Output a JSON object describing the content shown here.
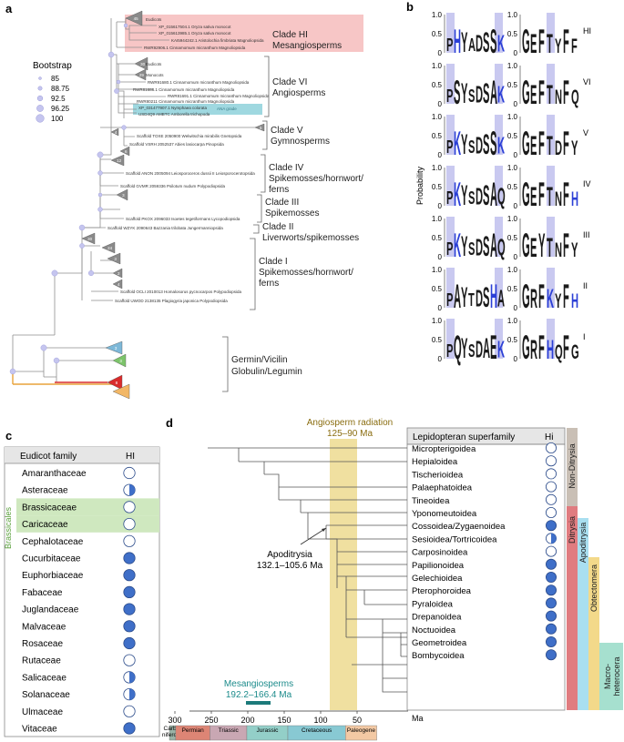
{
  "panel_a": {
    "letter": "a",
    "legend_title": "Bootstrap",
    "legend": [
      "85",
      "88.75",
      "92.5",
      "96.25",
      "100"
    ],
    "top_taxa": [
      "Eudicots",
      "XP_015617504.1 Oryza sativa monocot",
      "XP_015613985.1 Oryza sativa monocot",
      "KAI5944242.1 Aristolochia fimbriata Magnoliopsida",
      "RWR92906.1 Cinnamomum micranthum Magnoliopsida"
    ],
    "mid_taxa": [
      "Eudicots",
      "Monocots",
      "RWR91680.1 Cinnamomum micranthum Magnoliopsida",
      "RWR81688.1 Cinnamomum micranthum Magnoliopsida",
      "RWR81691.1 Cinnamomum micranthum Magnoliopsida",
      "RWR80211 Cinnamomum micranthum Magnoliopsida",
      "XP_031477907.1 Nymphaea colorata",
      "USD4Q9 AMBTC Amborella trichopoda",
      "ANA grade"
    ],
    "taxa_lower": [
      "Scaffold TOXE 2050900 Welwitschia mirabilis Gnetopsida",
      "Scaffold VSRH 2052537 Abies lasiocarpa Pinopsida",
      "Scaffold ANON 2005094 Leiosporoceros dussii II Leiosporocerotopsida",
      "Scaffold GVMR 2059336 Psilotum nudum Polypodiopsida",
      "Scaffold PKOX 2096033 Isoetes tegetiformans Lycopodiopsida",
      "Scaffold WZYK 2090643 Bazzania trilobata Jungermanniopsida",
      "Scaffold OCLI 2010013 Homalosorus pycnocarpos Polypodiopsida",
      "Scaffold UWOD 2138135 Plagiogyria japonica Polypodiopsida"
    ],
    "collapsed_counts": [
      "45",
      "30",
      "29",
      "5",
      "4",
      "6",
      "12",
      "3",
      "30",
      "24",
      "3",
      "2",
      "4",
      "3",
      "3",
      "8"
    ],
    "clades": [
      {
        "name": "Clade HI",
        "sub": "Mesangiosperms"
      },
      {
        "name": "Clade VI",
        "sub": "Angiosperms"
      },
      {
        "name": "Clade V",
        "sub": "Gymnosperms"
      },
      {
        "name": "Clade IV",
        "sub": "Spikemosses/hornwort/ferns"
      },
      {
        "name": "Clade III",
        "sub": "Spikemosses"
      },
      {
        "name": "Clade II",
        "sub": "Liverworts/spikemosses"
      },
      {
        "name": "Clade I",
        "sub": "Spikemosses/hornwort/ferns"
      }
    ],
    "bottom_label": [
      "Germin/Vicilin",
      "Globulin/Legumin"
    ]
  },
  "panel_b": {
    "letter": "b",
    "ylabel": "Probability",
    "tick_top": "1.0",
    "tick_mid": "0.5",
    "tick_bot": "0",
    "rows": [
      {
        "clade": "HI",
        "left": "PHYADSSK",
        "right": "GEFTYFF"
      },
      {
        "clade": "VI",
        "left": "PSYSDSAK",
        "right": "GEFTNFQ"
      },
      {
        "clade": "V",
        "left": "PKYSDSSK",
        "right": "GEFTDFY"
      },
      {
        "clade": "IV",
        "left": "PKYSDSAQ",
        "right": "GEFTNFH"
      },
      {
        "clade": "III",
        "left": "PKYSDSAQ",
        "right": "GEYTNFY"
      },
      {
        "clade": "II",
        "left": "PAYTDSHA",
        "right": "GRFKYFH"
      },
      {
        "clade": "I",
        "left": "PQYSDAEK",
        "right": "GRFHQFG"
      }
    ]
  },
  "panel_c": {
    "letter": "c",
    "col1": "Eudicot family",
    "col2": "HI",
    "side_label": "Brassicales",
    "families": [
      {
        "name": "Amaranthaceae",
        "state": "open"
      },
      {
        "name": "Asteraceae",
        "state": "half"
      },
      {
        "name": "Brassicaceae",
        "state": "open"
      },
      {
        "name": "Caricaceae",
        "state": "open"
      },
      {
        "name": "Cephalotaceae",
        "state": "open"
      },
      {
        "name": "Cucurbitaceae",
        "state": "full"
      },
      {
        "name": "Euphorbiaceae",
        "state": "full"
      },
      {
        "name": "Fabaceae",
        "state": "full"
      },
      {
        "name": "Juglandaceae",
        "state": "full"
      },
      {
        "name": "Malvaceae",
        "state": "full"
      },
      {
        "name": "Rosaceae",
        "state": "full"
      },
      {
        "name": "Rutaceae",
        "state": "open"
      },
      {
        "name": "Salicaceae",
        "state": "half"
      },
      {
        "name": "Solanaceae",
        "state": "half"
      },
      {
        "name": "Ulmaceae",
        "state": "open"
      },
      {
        "name": "Vitaceae",
        "state": "full"
      }
    ]
  },
  "panel_d": {
    "letter": "d",
    "radiation_title": "Angiosperm radiation",
    "radiation_range": "125–90 Ma",
    "apoditrysia_label": "Apoditrysia",
    "apoditrysia_range": "132.1–105.6 Ma",
    "meso_label": "Mesangiosperms",
    "meso_range": "192.2–166.4 Ma",
    "col1": "Lepidopteran superfamily",
    "col2": "Hi",
    "axis_unit": "Ma",
    "ticks": [
      "300",
      "250",
      "200",
      "150",
      "100",
      "50"
    ],
    "periods": [
      "Carbo- niferous",
      "Permian",
      "Triassic",
      "Jurassic",
      "Cretaceous",
      "Paleogene"
    ],
    "groups": [
      "Non-Ditrysia",
      "Ditrysia",
      "Apoditrysia",
      "Obtectomera",
      "Macro- heterocera"
    ],
    "superfamilies": [
      {
        "name": "Micropterigoidea",
        "state": "open"
      },
      {
        "name": "Hepialoidea",
        "state": "open"
      },
      {
        "name": "Tischerioidea",
        "state": "open"
      },
      {
        "name": "Palaephatoidea",
        "state": "open"
      },
      {
        "name": "Tineoidea",
        "state": "open"
      },
      {
        "name": "Yponomeutoidea",
        "state": "open"
      },
      {
        "name": "Cossoidea/Zygaenoidea",
        "state": "full"
      },
      {
        "name": "Sesioidea/Tortricoidea",
        "state": "half"
      },
      {
        "name": "Carposinoidea",
        "state": "open"
      },
      {
        "name": "Papilionoidea",
        "state": "full"
      },
      {
        "name": "Gelechioidea",
        "state": "full"
      },
      {
        "name": "Pterophoroidea",
        "state": "full"
      },
      {
        "name": "Pyraloidea",
        "state": "full"
      },
      {
        "name": "Drepanoidea",
        "state": "full"
      },
      {
        "name": "Noctuoidea",
        "state": "full"
      },
      {
        "name": "Geometroidea",
        "state": "full"
      },
      {
        "name": "Bombycoidea",
        "state": "full"
      }
    ]
  },
  "colors": {
    "clade_hi_fill": "#f7c6c6",
    "ana_fill": "#9fd8e0",
    "highlight_col": "#c9c9f0",
    "brassicales_fill": "#cfe8bf",
    "radiation_fill": "#f0e0a0",
    "full_circle": "#3f6fc8"
  }
}
